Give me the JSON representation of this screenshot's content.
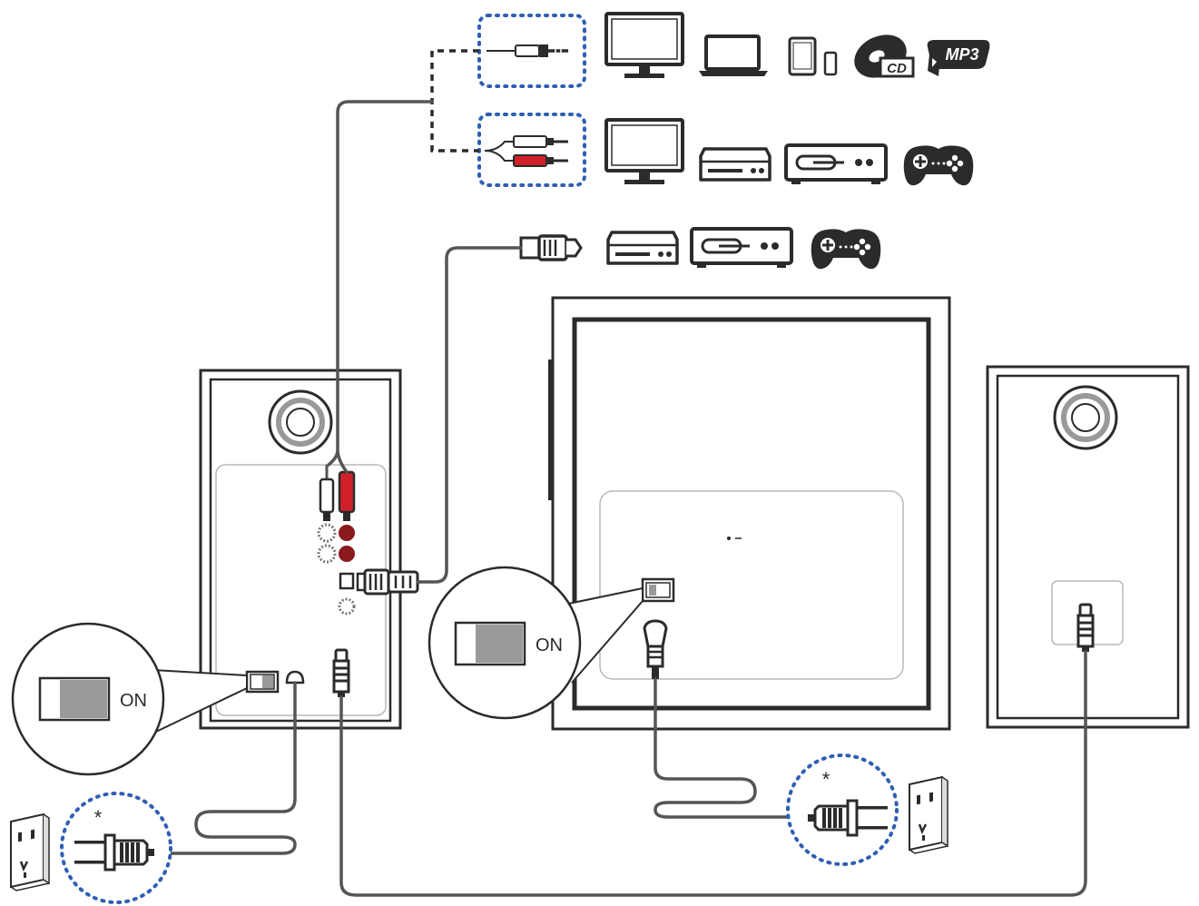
{
  "labels": {
    "switch_on": "ON",
    "asterisk": "*",
    "cd": "CD",
    "mp3": "MP3"
  },
  "colors": {
    "line": "#2b2b2b",
    "cable": "#555555",
    "highlight_dots": "#2f5fb3",
    "rca_red": "#d0202a",
    "switch_fill": "#9a9a9a",
    "panel_fill": "#ffffff",
    "panel_stroke": "#b8b8b8"
  },
  "icons": [
    "aux-3.5mm-cable-icon",
    "rca-cable-icon",
    "optical-cable-icon",
    "monitor-icon",
    "laptop-icon",
    "tablet-phone-icon",
    "cd-icon",
    "mp3-icon",
    "set-top-box-icon",
    "dvd-player-icon",
    "gamepad-icon",
    "power-plug-icon",
    "wall-outlet-icon"
  ]
}
